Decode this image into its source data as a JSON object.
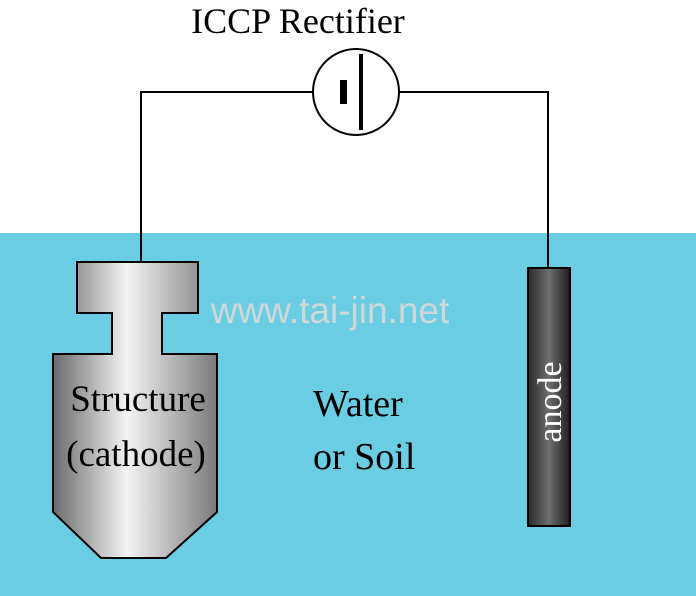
{
  "labels": {
    "rectifier": "ICCP Rectifier",
    "structure_line1": "Structure",
    "structure_line2": "(cathode)",
    "medium_line1": "Water",
    "medium_line2": "or Soil",
    "anode": "anode",
    "watermark": "www.tai-jin.net"
  },
  "colors": {
    "water": "#6bcde3",
    "wire": "#000000",
    "cathode_light": "#f4f4f4",
    "cathode_dark": "#6a6a6a",
    "anode_dark": "#2a2a2a",
    "anode_light": "#6e6e6e"
  }
}
